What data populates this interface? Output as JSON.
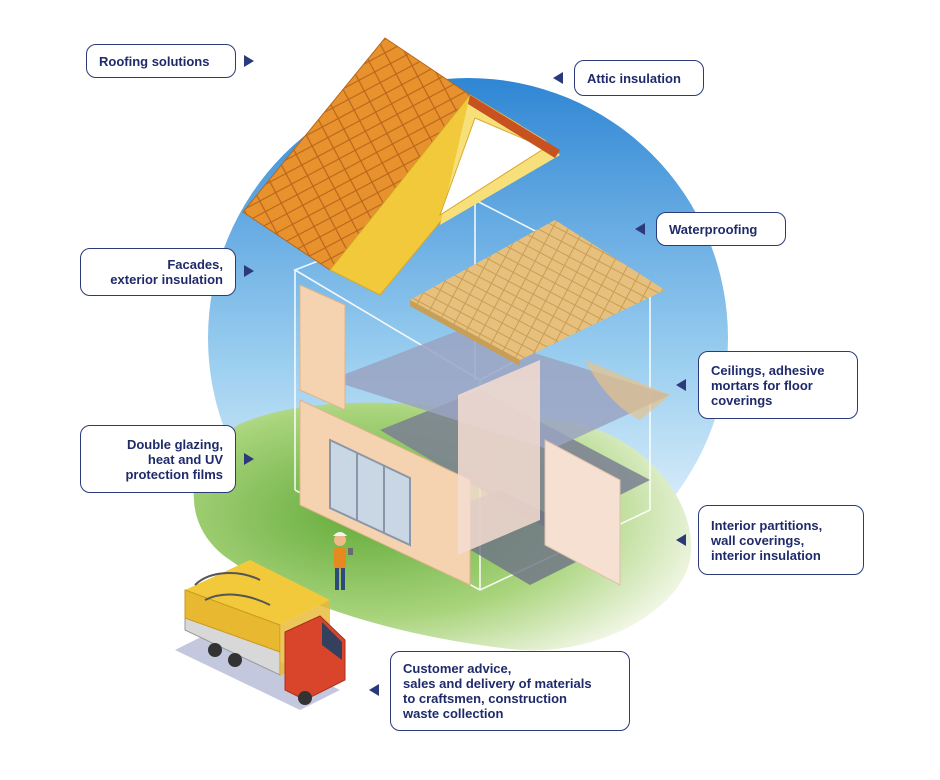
{
  "colors": {
    "accent": "#2c3a7a",
    "sky": "#3a8fd6",
    "grass": "#7cbb4a",
    "roof_tile": "#e38a2a",
    "insulation": "#f2c93a",
    "wall_panel": "#f5d3b0",
    "truck_cab": "#d9452b"
  },
  "labels": {
    "roofing": [
      "Roofing solutions"
    ],
    "attic": [
      "Attic insulation"
    ],
    "waterproofing": [
      "Waterproofing"
    ],
    "facades": [
      "Facades,",
      "exterior insulation"
    ],
    "ceilings": [
      "Ceilings, adhesive",
      "mortars for floor",
      "coverings"
    ],
    "glazing": [
      "Double glazing,",
      "heat and UV",
      "protection films"
    ],
    "partitions": [
      "Interior partitions,",
      "wall coverings,",
      "interior insulation"
    ],
    "customer": [
      "Customer advice,",
      "sales and delivery of materials",
      "to craftsmen, construction",
      "waste collection"
    ]
  }
}
